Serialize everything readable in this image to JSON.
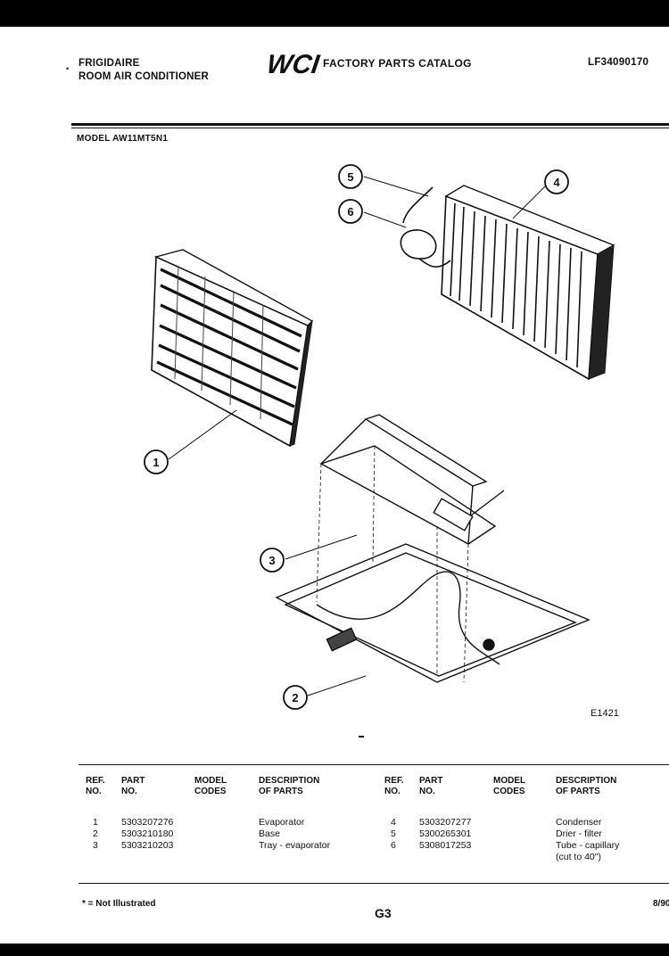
{
  "header": {
    "brand": "FRIGIDAIRE",
    "product": "ROOM AIR CONDITIONER",
    "logo_text": "WCI",
    "catalog_title": "FACTORY PARTS CATALOG",
    "document_id": "LF34090170"
  },
  "model_line": "MODEL AW11MT5N1",
  "figure_code": "E1421",
  "callouts": [
    "1",
    "2",
    "3",
    "4",
    "5",
    "6"
  ],
  "table": {
    "headers": {
      "ref": "REF.\nNO.",
      "part": "PART\nNO.",
      "model": "MODEL\nCODES",
      "desc": "DESCRIPTION\nOF PARTS"
    },
    "left_rows": [
      {
        "ref": "1",
        "part": "5303207276",
        "desc": "Evaporator"
      },
      {
        "ref": "2",
        "part": "5303210180",
        "desc": "Base"
      },
      {
        "ref": "3",
        "part": "5303210203",
        "desc": "Tray - evaporator"
      }
    ],
    "right_rows": [
      {
        "ref": "4",
        "part": "5303207277",
        "desc": "Condenser"
      },
      {
        "ref": "5",
        "part": "5300265301",
        "desc": "Drier - filter"
      },
      {
        "ref": "6",
        "part": "5308017253",
        "desc": "Tube - capillary\n(cut to 40\")"
      }
    ]
  },
  "footer": {
    "footnote": "* = Not Illustrated",
    "page_number": "G3",
    "date": "8/90"
  }
}
